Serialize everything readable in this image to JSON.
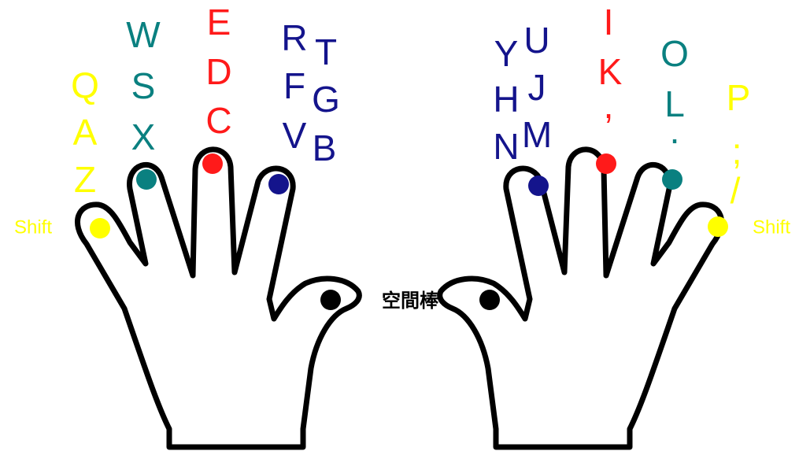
{
  "colors": {
    "pinky": "#ffff00",
    "ring": "#0a8080",
    "middle": "#ff1a1a",
    "index": "#14148c",
    "thumb": "#000000"
  },
  "space_label": "空間棒",
  "left_hand": {
    "pinky": {
      "keys": [
        "Q",
        "A",
        "Z"
      ],
      "shift": "Shift"
    },
    "ring": {
      "keys": [
        "W",
        "S",
        "X"
      ]
    },
    "middle": {
      "keys": [
        "E",
        "D",
        "C"
      ]
    },
    "index": {
      "keys": [
        "R",
        "F",
        "V",
        "T",
        "G",
        "B"
      ]
    }
  },
  "right_hand": {
    "index": {
      "keys": [
        "Y",
        "H",
        "N",
        "U",
        "J",
        "M"
      ]
    },
    "middle": {
      "keys": [
        "I",
        "K",
        ","
      ]
    },
    "ring": {
      "keys": [
        "O",
        "L",
        "."
      ]
    },
    "pinky": {
      "keys": [
        "P",
        ";",
        "/"
      ],
      "shift": "Shift"
    }
  }
}
